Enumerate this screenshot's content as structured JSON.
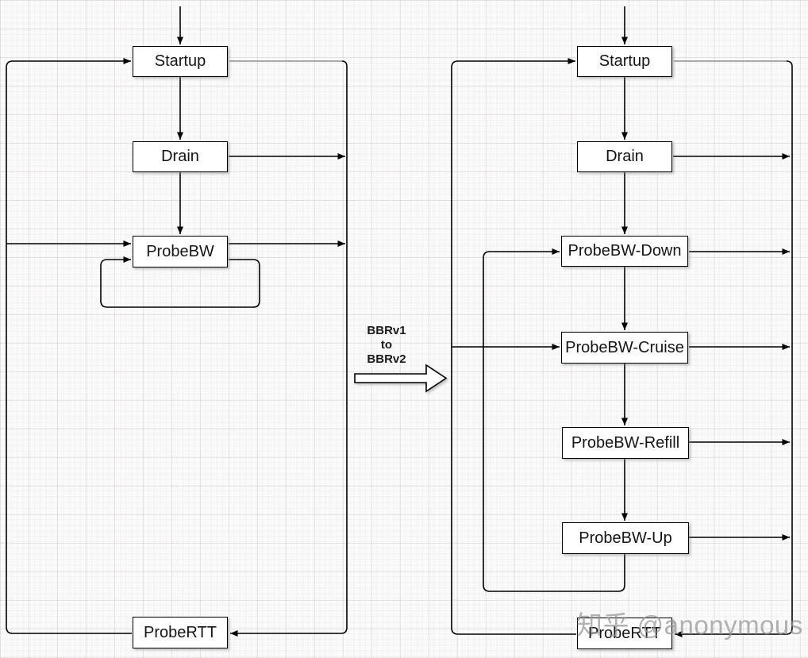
{
  "transition": {
    "line1": "BBRv1",
    "line2": "to",
    "line3": "BBRv2"
  },
  "bbrv1": {
    "startup": "Startup",
    "drain": "Drain",
    "probe_bw": "ProbeBW",
    "probe_rtt": "ProbeRTT"
  },
  "bbrv2": {
    "startup": "Startup",
    "drain": "Drain",
    "probe_bw_down": "ProbeBW-Down",
    "probe_bw_cruise": "ProbeBW-Cruise",
    "probe_bw_refill": "ProbeBW-Refill",
    "probe_bw_up": "ProbeBW-Up",
    "probe_rtt": "ProbeRTT"
  },
  "watermark": {
    "text": "知乎 @anonymous"
  },
  "colors": {
    "line": "#000000",
    "startup_exit_line": "#8c8c8c",
    "node_fill": "#ffffff",
    "node_border": "#000000",
    "watermark": "#949494"
  }
}
